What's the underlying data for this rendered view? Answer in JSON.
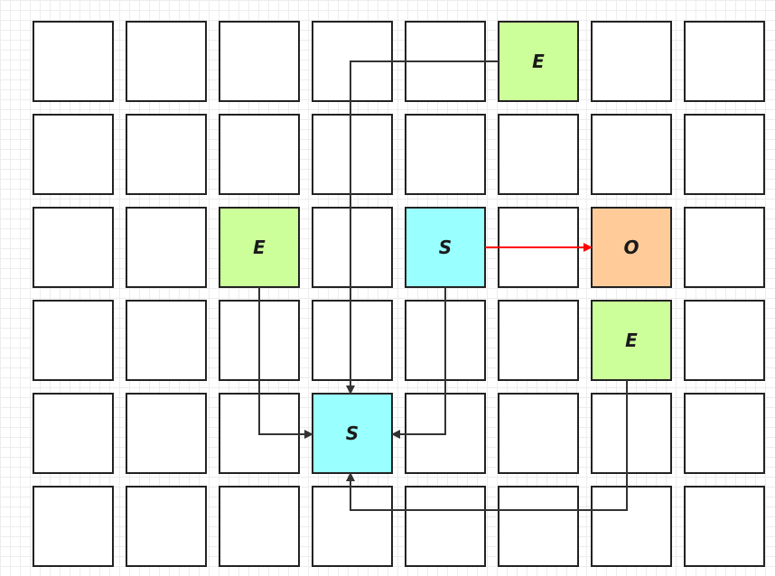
{
  "grid": {
    "rows": 6,
    "cols": 8
  },
  "colors": {
    "empty": "#ffffff",
    "E": "#ccff99",
    "S": "#99ffff",
    "O": "#ffcc99",
    "arrow": "#333333",
    "highlight_arrow": "#ff0000",
    "border": "#222222"
  },
  "cells": [
    {
      "row": 0,
      "col": 5,
      "type": "E",
      "label": "E"
    },
    {
      "row": 2,
      "col": 2,
      "type": "E",
      "label": "E"
    },
    {
      "row": 2,
      "col": 4,
      "type": "S",
      "label": "S"
    },
    {
      "row": 2,
      "col": 6,
      "type": "O",
      "label": "O"
    },
    {
      "row": 3,
      "col": 6,
      "type": "E",
      "label": "E"
    },
    {
      "row": 4,
      "col": 3,
      "type": "S",
      "label": "S"
    }
  ],
  "arrows": [
    {
      "from": [
        0,
        5
      ],
      "to": [
        4,
        3
      ],
      "color": "arrow",
      "route": "left-then-down"
    },
    {
      "from": [
        2,
        2
      ],
      "to": [
        4,
        3
      ],
      "color": "arrow",
      "route": "down-then-right"
    },
    {
      "from": [
        2,
        4
      ],
      "to": [
        4,
        3
      ],
      "color": "arrow",
      "route": "down-then-left"
    },
    {
      "from": [
        3,
        6
      ],
      "to": [
        4,
        3
      ],
      "color": "arrow",
      "route": "down-left-up"
    },
    {
      "from": [
        2,
        4
      ],
      "to": [
        2,
        6
      ],
      "color": "highlight_arrow",
      "route": "straight-right"
    }
  ]
}
